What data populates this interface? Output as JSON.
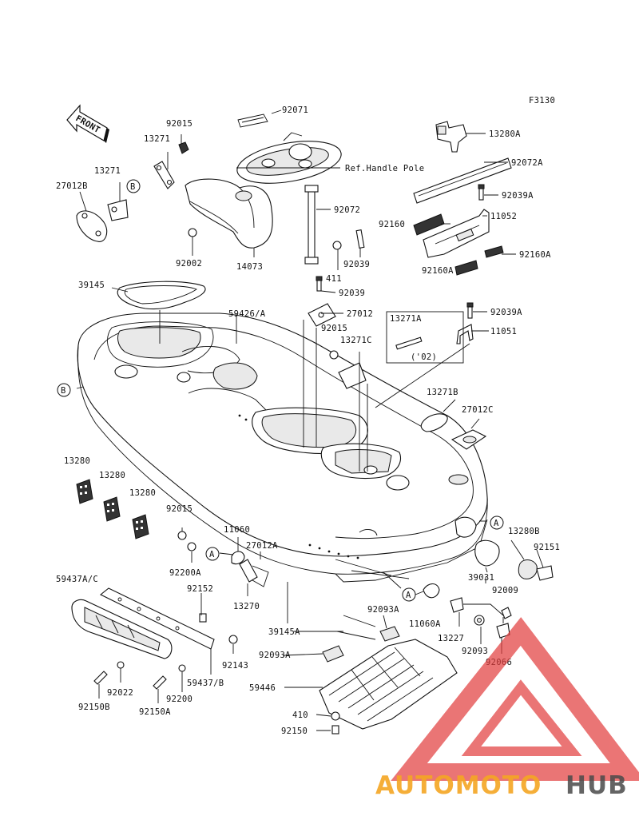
{
  "diagram": {
    "figure_code": "F3130",
    "front_label": "FRONT",
    "ref_note": "Ref.Handle Pole",
    "year_note": "('02)",
    "markers": {
      "a": "A",
      "b": "B"
    },
    "labels": {
      "p92071": "92071",
      "p13280A": "13280A",
      "p92015_top": "92015",
      "p13271_1": "13271",
      "p13271_2": "13271",
      "p27012B": "27012B",
      "p92072A": "92072A",
      "p92039A_1": "92039A",
      "p92072": "92072",
      "p11052": "11052",
      "p92160": "92160",
      "p92160A_r": "92160A",
      "p92160A_l": "92160A",
      "p92002": "92002",
      "p14073": "14073",
      "p92039_1": "92039",
      "p411": "411",
      "p92039_2": "92039",
      "p39145": "39145",
      "p59426A": "59426/A",
      "p27012": "27012",
      "p13271A": "13271A",
      "p92039A_2": "92039A",
      "p11051": "11051",
      "p92015_mid": "92015",
      "p13271C": "13271C",
      "p13271B": "13271B",
      "p27012C": "27012C",
      "p13280_1": "13280",
      "p13280_2": "13280",
      "p13280_3": "13280",
      "p92015_low": "92015",
      "p11060": "11060",
      "p27012A": "27012A",
      "p13280B": "13280B",
      "p92151": "92151",
      "p92200A": "92200A",
      "p13270": "13270",
      "p39031": "39031",
      "p59437AC": "59437A/C",
      "p92152": "92152",
      "p11060A": "11060A",
      "p92009": "92009",
      "p92093A_1": "92093A",
      "p39145A": "39145A",
      "p13227": "13227",
      "p92093A_2": "92093A",
      "p92093": "92093",
      "p92066": "92066",
      "p92143": "92143",
      "p59437B": "59437/B",
      "p59446": "59446",
      "p92022": "92022",
      "p92200": "92200",
      "p92150B": "92150B",
      "p92150A": "92150A",
      "p410": "410",
      "p92150": "92150"
    }
  },
  "watermark": {
    "text_part1": "AUTOMOTO",
    "text_part2": "HUB",
    "color_part1": "#f5a623",
    "color_part2": "#4a4a4a",
    "logo_color": "#e23b3b"
  }
}
